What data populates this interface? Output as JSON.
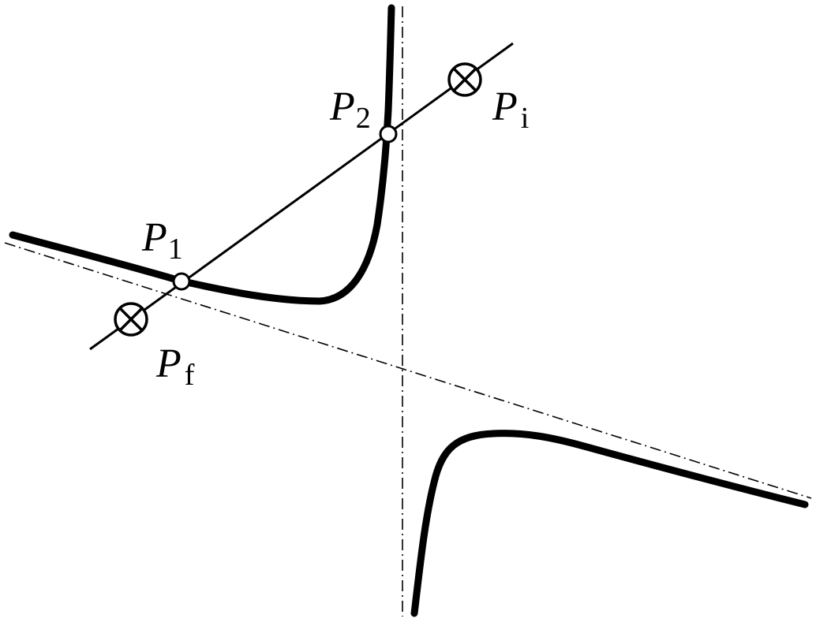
{
  "colors": {
    "stroke": "#000000",
    "background": "#ffffff",
    "marker_fill": "#ffffff"
  },
  "points": {
    "p1": {
      "symbol": "P",
      "subscript": "1",
      "marker": "open-circle"
    },
    "p2": {
      "symbol": "P",
      "subscript": "2",
      "marker": "open-circle"
    },
    "pi": {
      "symbol": "P",
      "subscript": "i",
      "marker": "circled-cross"
    },
    "pf": {
      "symbol": "P",
      "subscript": "f",
      "marker": "circled-cross"
    }
  },
  "curves": {
    "hyperbola": {
      "branches": 2,
      "style": "thick-solid"
    },
    "asymptotes": {
      "count": 2,
      "style": "dash-dot"
    },
    "secant": {
      "style": "thin-solid",
      "passes_through": [
        "pf",
        "p1",
        "p2",
        "pi"
      ]
    }
  }
}
